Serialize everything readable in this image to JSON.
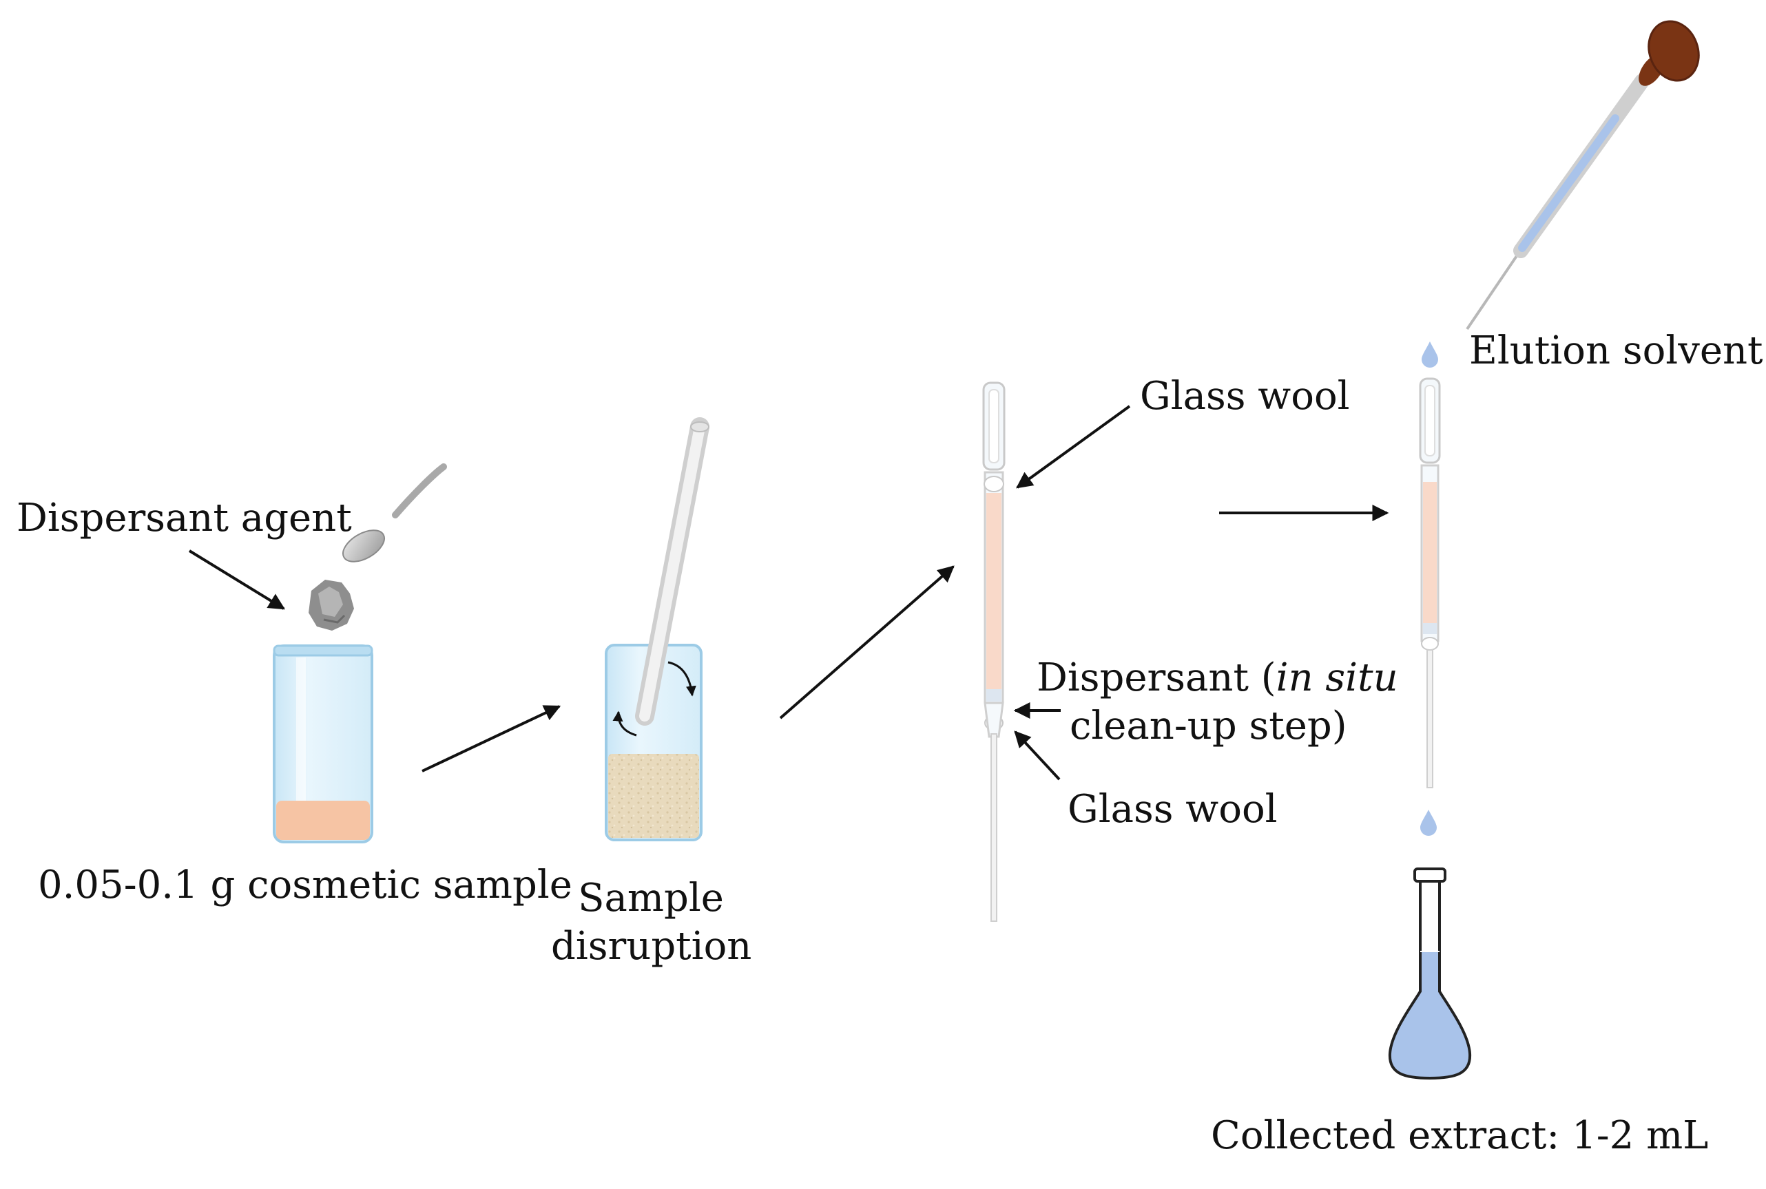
{
  "labels": {
    "dispersant_agent": "Dispersant agent",
    "cosmetic_sample": "0.05-0.1 g cosmetic sample",
    "sample_disruption_line1": "Sample",
    "sample_disruption_line2": "disruption",
    "glass_wool_top": "Glass wool",
    "dispersant_prefix": "Dispersant (",
    "dispersant_italic": "in situ",
    "cleanup_step": "clean-up step)",
    "glass_wool_bottom": "Glass wool",
    "elution_solvent": "Elution solvent",
    "collected_extract": "Collected extract: 1-2 mL"
  },
  "colors": {
    "glass_fill": "#dff1fb",
    "glass_outline": "#8fc7e4",
    "sample_fill": "#f6c4a4",
    "disrupted_sample": "#e6d6b8",
    "column_packing": "#f9d9c9",
    "solvent_blue": "#a9c3ea",
    "bulb_brown": "#7a3414",
    "arrow": "#111111"
  },
  "icons": [
    "spoon-icon",
    "dispersant-rock-icon",
    "glass-rod-icon",
    "stir-arrows-icon",
    "pasteur-pipette-icon",
    "dropper-icon",
    "droplet-icon",
    "volumetric-flask-icon"
  ]
}
